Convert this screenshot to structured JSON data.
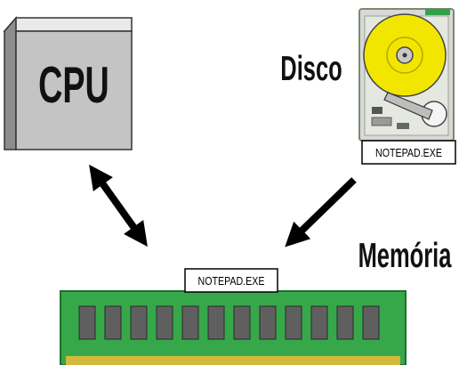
{
  "cpu": {
    "label": "CPU"
  },
  "disk": {
    "label": "Disco",
    "file_label": "NOTEPAD.EXE"
  },
  "memory": {
    "label": "Memória",
    "file_label": "NOTEPAD.EXE"
  },
  "colors": {
    "cpu_face": "#c4c4c4",
    "cpu_top": "#e9e9e9",
    "cpu_side": "#8d8d8d",
    "disk_platter": "#f2e600",
    "disk_body": "#d8d8d8",
    "ram_board": "#37a84a",
    "ram_chip": "#5f5f5f",
    "ram_contacts": "#d4b83a",
    "arrow": "#000000"
  },
  "icons": [
    "cpu-chip-icon",
    "hard-disk-icon",
    "memory-module-icon",
    "double-arrow-icon",
    "arrow-icon"
  ]
}
